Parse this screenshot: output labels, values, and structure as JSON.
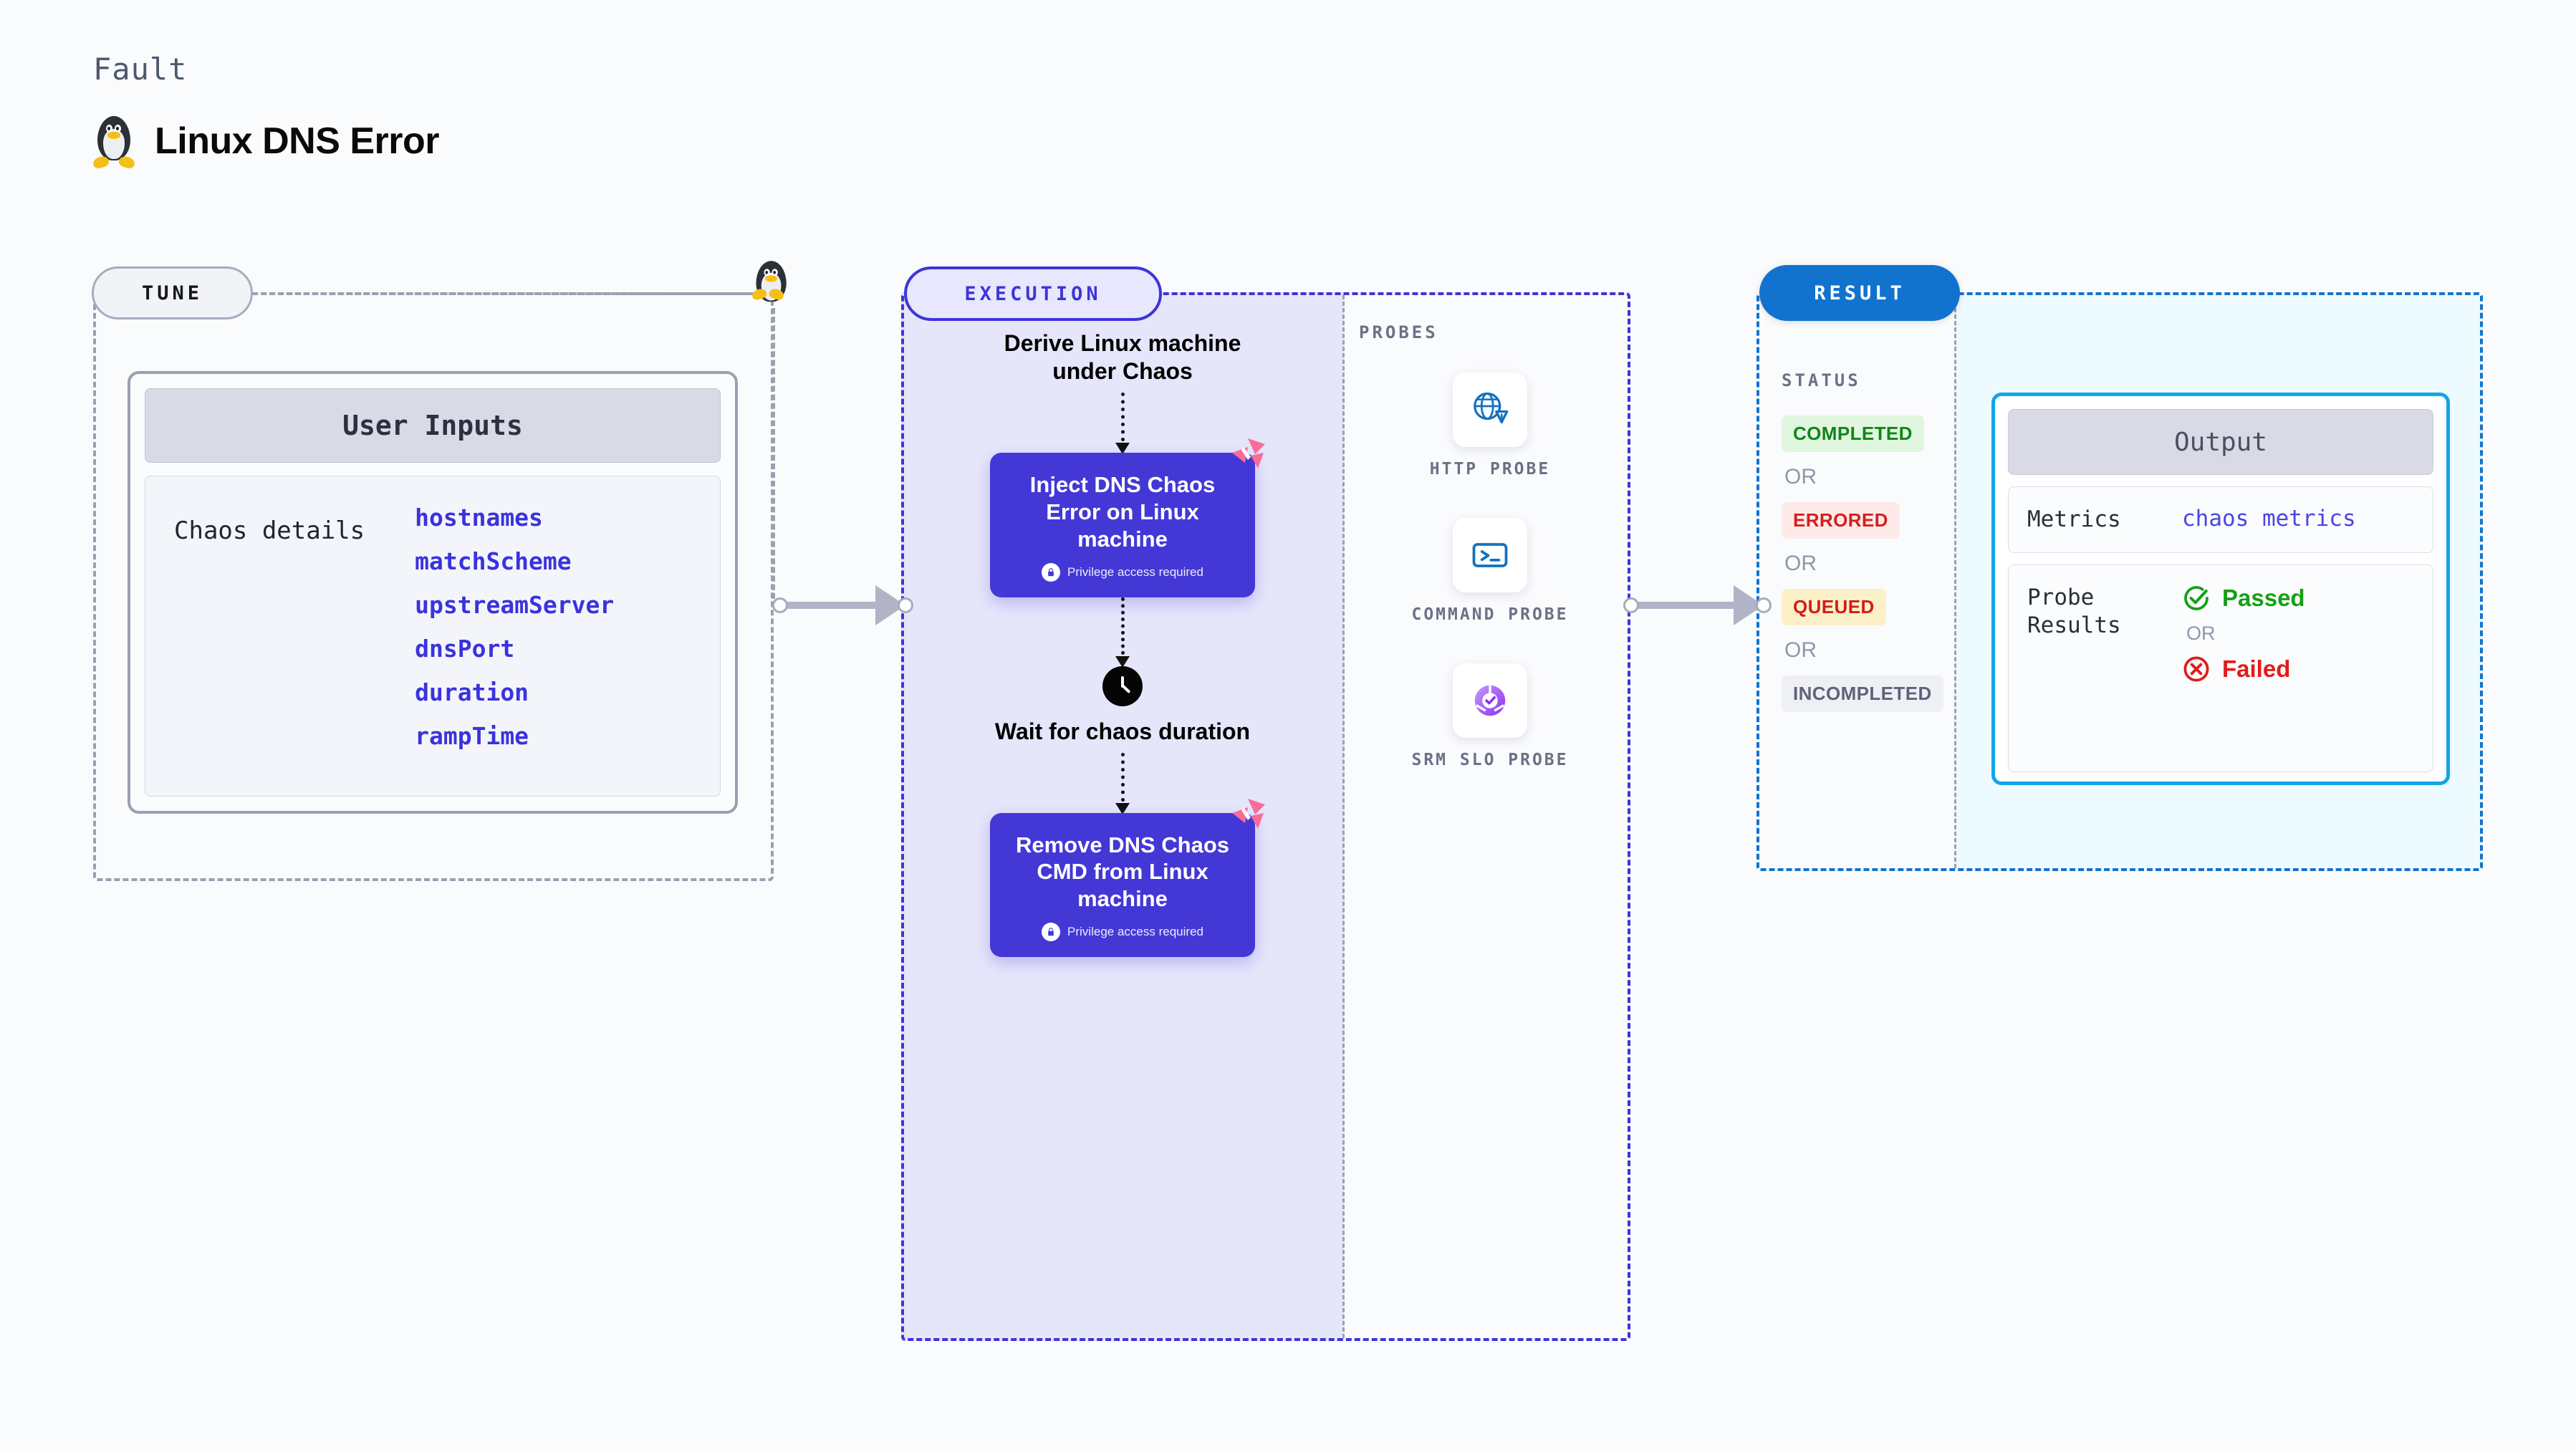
{
  "header": {
    "kicker": "Fault",
    "title": "Linux DNS Error",
    "icon": "linux-penguin-icon"
  },
  "tune": {
    "pill_label": "TUNE",
    "card": {
      "header": "User Inputs",
      "group_label": "Chaos details",
      "inputs": [
        "hostnames",
        "matchScheme",
        "upstreamServer",
        "dnsPort",
        "duration",
        "rampTime"
      ]
    }
  },
  "execution": {
    "pill_label": "EXECUTION",
    "steps": [
      {
        "kind": "text",
        "label": "Derive Linux machine under Chaos"
      },
      {
        "kind": "chaos-box",
        "label": "Inject DNS Chaos Error on Linux machine",
        "note": "Privilege access required",
        "icon": "lock-icon",
        "mark": "harness-logo-icon"
      },
      {
        "kind": "wait",
        "label": "Wait for chaos duration",
        "icon": "clock-icon"
      },
      {
        "kind": "chaos-box",
        "label": "Remove DNS Chaos CMD from Linux machine",
        "note": "Privilege access required",
        "icon": "lock-icon",
        "mark": "harness-logo-icon"
      }
    ]
  },
  "probes": {
    "section_label": "PROBES",
    "items": [
      {
        "label": "HTTP PROBE",
        "icon": "globe-alert-icon"
      },
      {
        "label": "COMMAND PROBE",
        "icon": "terminal-icon"
      },
      {
        "label": "SRM SLO PROBE",
        "icon": "srm-slo-donut-check-icon"
      }
    ]
  },
  "result": {
    "pill_label": "RESULT",
    "status_label": "STATUS",
    "or_label": "OR",
    "statuses": [
      {
        "text": "COMPLETED",
        "bg": "#e0f6df",
        "fg": "#12841a"
      },
      {
        "text": "ERRORED",
        "bg": "#fdeae8",
        "fg": "#d41f1f"
      },
      {
        "text": "QUEUED",
        "bg": "#fcf0c9",
        "fg": "#cf1e1e"
      },
      {
        "text": "INCOMPLETED",
        "bg": "#eff0f5",
        "fg": "#5e6478"
      }
    ],
    "output": {
      "header": "Output",
      "metrics_key": "Metrics",
      "metrics_value": "chaos metrics",
      "probe_results_key": "Probe\nResults",
      "passed_label": "Passed",
      "failed_label": "Failed",
      "or_label": "OR",
      "passed_icon": "check-circle-icon",
      "failed_icon": "x-circle-icon"
    }
  },
  "colors": {
    "execution_accent": "#3d34d8",
    "result_accent": "#1273cf",
    "tune_accent": "#9aa0b1",
    "chaos_box": "#4338d6",
    "input_text": "#3a33dd",
    "output_border": "#11a6e8",
    "probe_blue": "#1570c0",
    "srm_purple": "#9b4ff5",
    "harness_pink": "#fb6b9a"
  }
}
